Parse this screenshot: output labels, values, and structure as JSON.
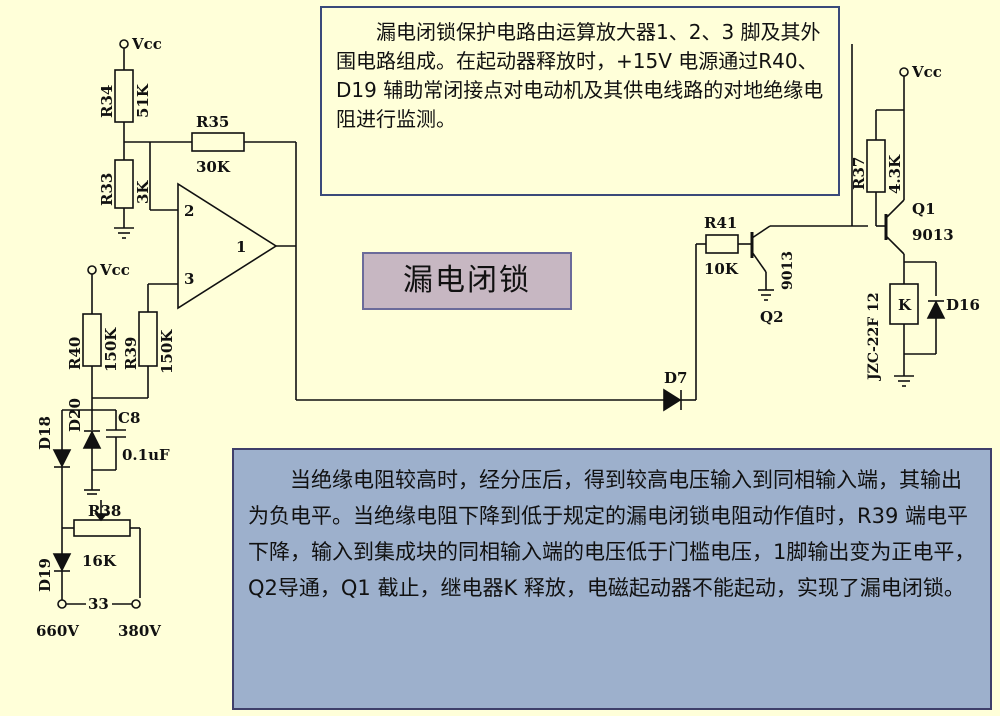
{
  "title": "漏电闭锁",
  "top_text": "漏电闭锁保护电路由运算放大器1、2、3 脚及其外围电路组成。在起动器释放时，+15V 电源通过R40、D19 辅助常闭接点对电动机及其供电线路的对地绝缘电阻进行监测。",
  "bottom_text": "当绝缘电阻较高时，经分压后，得到较高电压输入到同相输入端，其输出为负电平。当绝缘电阻下降到低于规定的漏电闭锁电阻动作值时，R39 端电平下降，输入到集成块的同相输入端的电压低于门槛电压，1脚输出变为正电平，Q2导通，Q1 截止，继电器K 释放，电磁起动器不能起动，实现了漏电闭锁。",
  "labels": {
    "vcc_top": "Vcc",
    "vcc_left": "Vcc",
    "vcc_right": "Vcc",
    "r34": "R34",
    "r34_val": "51K",
    "r33": "R33",
    "r33_val": "3K",
    "r35": "R35",
    "r35_val": "30K",
    "pin2": "2",
    "pin3": "3",
    "pin1": "1",
    "r40": "R40",
    "r40_val": "150K",
    "r39": "R39",
    "r39_val": "150K",
    "d18": "D18",
    "d20": "D20",
    "c8": "C8",
    "c8_val": "0.1uF",
    "r38": "R38",
    "r38_val": "16K",
    "d19": "D19",
    "contact_33": "33",
    "v660": "660V",
    "v380": "380V",
    "d7": "D7",
    "r41": "R41",
    "r41_val": "10K",
    "q2": "Q2",
    "q2_type": "9013",
    "r37": "R37",
    "r37_val": "4.3K",
    "q1": "Q1",
    "q1_type": "9013",
    "relay": "JZC-22F 12",
    "relay_k": "K",
    "d16": "D16"
  }
}
